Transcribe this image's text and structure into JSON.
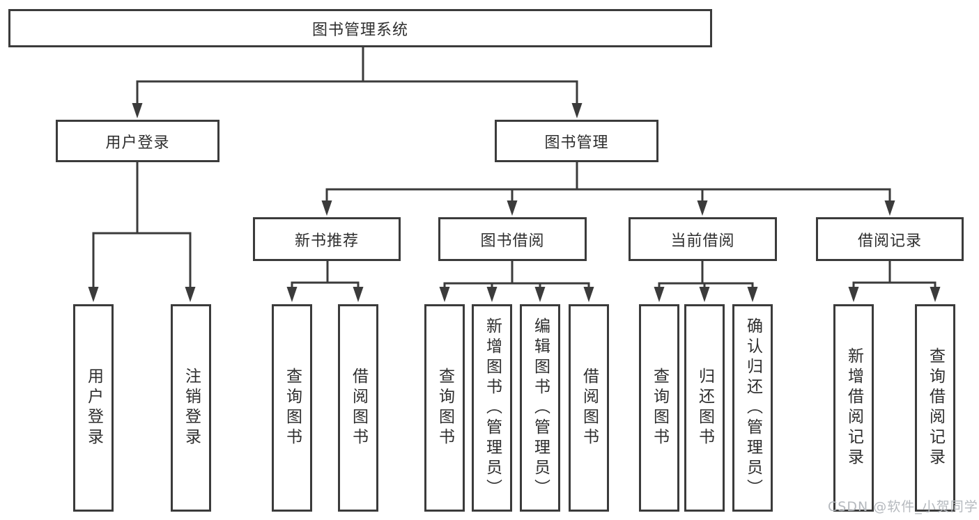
{
  "diagram": {
    "type": "hierarchy-tree",
    "root": {
      "label": "图书管理系统"
    },
    "branches": [
      {
        "label": "用户登录",
        "children": [
          {
            "label": "用户登录"
          },
          {
            "label": "注销登录"
          }
        ]
      },
      {
        "label": "图书管理",
        "children": [
          {
            "label": "新书推荐",
            "children": [
              {
                "label": "查询图书"
              },
              {
                "label": "借阅图书"
              }
            ]
          },
          {
            "label": "图书借阅",
            "children": [
              {
                "label": "查询图书"
              },
              {
                "label": "新增图书（管理员）"
              },
              {
                "label": "编辑图书（管理员）"
              },
              {
                "label": "借阅图书"
              }
            ]
          },
          {
            "label": "当前借阅",
            "children": [
              {
                "label": "查询图书"
              },
              {
                "label": "归还图书"
              },
              {
                "label": "确认归还（管理员）"
              }
            ]
          },
          {
            "label": "借阅记录",
            "children": [
              {
                "label": "新增借阅记录"
              },
              {
                "label": "查询借阅记录"
              }
            ]
          }
        ]
      }
    ]
  },
  "watermark": {
    "text": "CSDN @软件_小贺同学"
  },
  "colors": {
    "line": "#3b3b3b",
    "text": "#2e2e2e",
    "watermark": "#b5b9be",
    "background": "#ffffff"
  }
}
